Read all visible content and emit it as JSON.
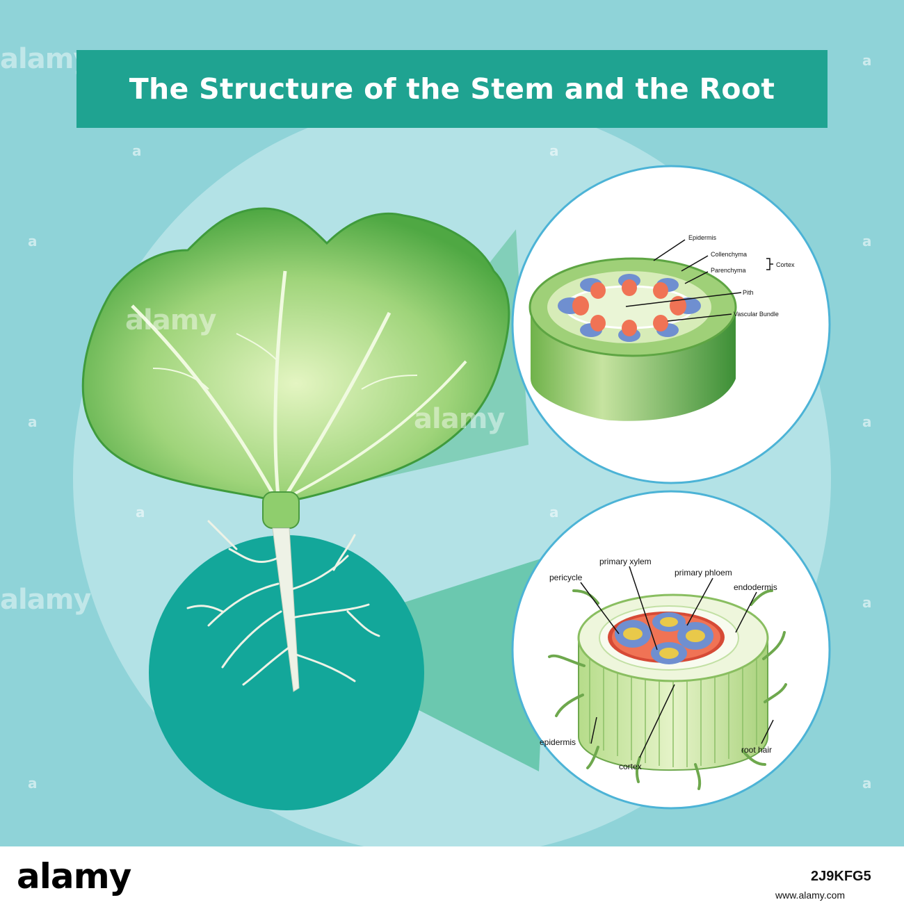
{
  "title": "The Structure of the Stem and the Root",
  "stem_labels": {
    "epidermis": "Epidermis",
    "collenchyma": "Collenchyma",
    "parenchyma": "Parenchyma",
    "cortex": "Cortex",
    "pith": "Pith",
    "vascular_bundle": "Vascular Bundle"
  },
  "root_labels": {
    "primary_xylem": "primary xylem",
    "pericycle": "pericycle",
    "primary_phloem": "primary phloem",
    "endodermis": "endodermis",
    "epidermis": "epidermis",
    "root_hair": "root hair",
    "cortex": "cortex"
  },
  "watermark": {
    "logo": "alamy",
    "letter": "a"
  },
  "footer": {
    "logo": "alamy",
    "image_id": "2J9KFG5",
    "url": "www.alamy.com"
  },
  "colors": {
    "background": "#8fd3d8",
    "title_bar": "#1fa391",
    "big_circle": "#b3e2e6",
    "root_circle": "#13a79a",
    "xylem": "#f07355",
    "phloem": "#6f8fd0"
  }
}
